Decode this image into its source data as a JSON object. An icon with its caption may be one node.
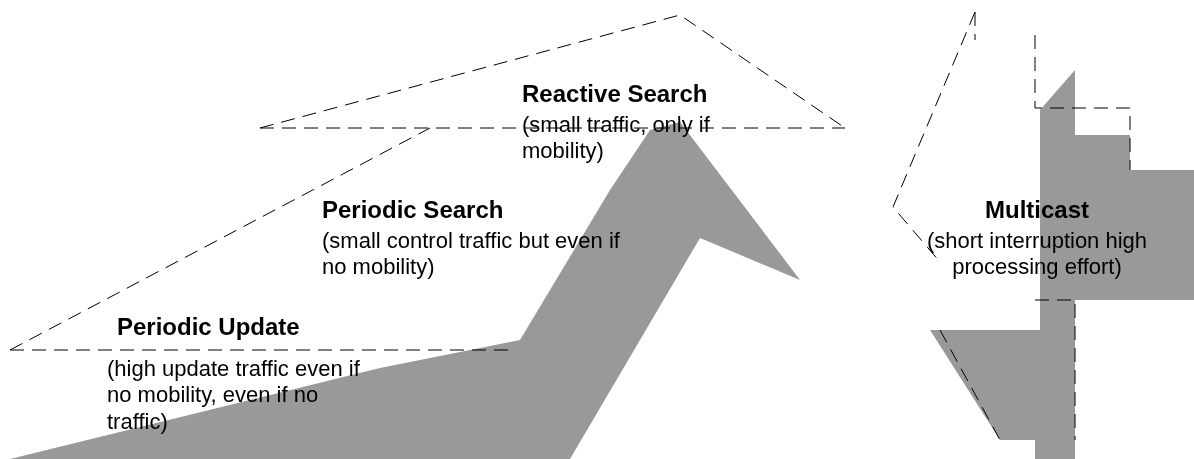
{
  "diagram": {
    "labels": [
      "Reactive Search",
      "(small traffic, only if mobility)",
      "Periodic Search",
      "(small control traffic but even if no mobility)",
      "Multicast",
      "(short interruption high processing effort)",
      "Periodic Update",
      "(high update traffic even if no mobility, even if no traffic)"
    ]
  }
}
